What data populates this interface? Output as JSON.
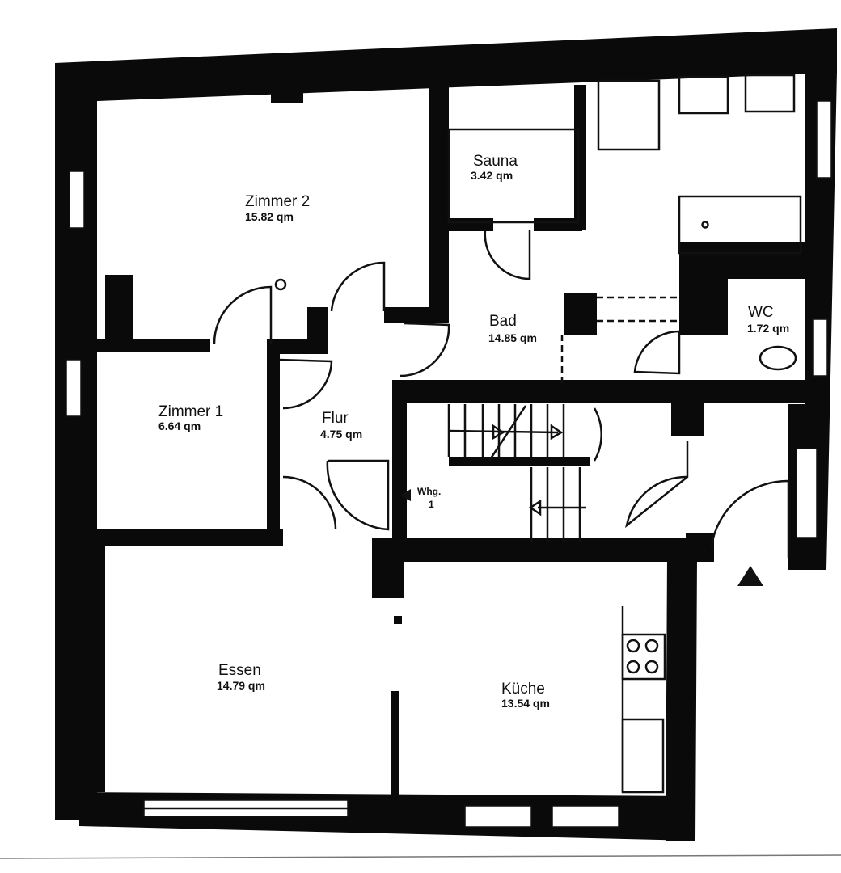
{
  "floorplan": {
    "rooms": [
      {
        "name": "Zimmer 2",
        "area": "15.82 qm"
      },
      {
        "name": "Sauna",
        "area": "3.42 qm"
      },
      {
        "name": "Bad",
        "area": "14.85 qm"
      },
      {
        "name": "WC",
        "area": "1.72 qm"
      },
      {
        "name": "Zimmer 1",
        "area": "6.64 qm"
      },
      {
        "name": "Flur",
        "area": "4.75 qm"
      },
      {
        "name": "Essen",
        "area": "14.79 qm"
      },
      {
        "name": "Küche",
        "area": "13.54 qm"
      }
    ],
    "unit_marker": {
      "line1": "Whg.",
      "line2": "1"
    },
    "colors": {
      "wall": "#0a0a0a",
      "background": "#ffffff"
    }
  }
}
